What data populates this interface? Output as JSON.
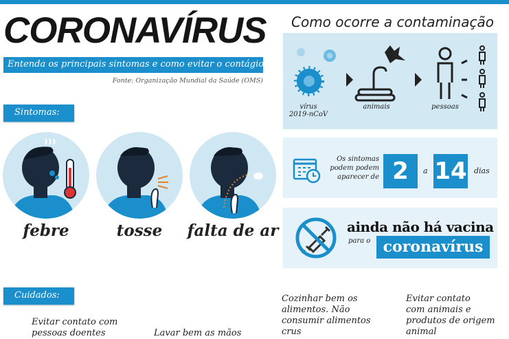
{
  "header": {
    "title": "CORONAVÍRUS",
    "subtitle": "Entenda os principais sintomas e como evitar o contágio",
    "source": "Fonte: Organização Mundial da Saúde (OMS)"
  },
  "symptoms": {
    "heading": "Sintomas:",
    "items": [
      {
        "label": "febre"
      },
      {
        "label": "tosse"
      },
      {
        "label": "falta de ar"
      }
    ]
  },
  "contamination": {
    "title": "Como ocorre a contaminação",
    "steps": [
      {
        "label": "vírus",
        "sub": "2019-nCoV"
      },
      {
        "label": "animais"
      },
      {
        "label": "pessoas"
      }
    ]
  },
  "incubation": {
    "text_lines": [
      "Os sintomas",
      "podem podem",
      "aparecer de"
    ],
    "min": "2",
    "connector": "a",
    "max": "14",
    "unit": "dias"
  },
  "vaccine": {
    "headline": "ainda não há vacina",
    "prefix": "para o",
    "highlight": "coronavírus"
  },
  "care": {
    "heading": "Cuidados:",
    "items": [
      {
        "lines": [
          "Evitar contato com",
          "pessoas doentes"
        ]
      },
      {
        "lines": [
          "Lavar bem as mãos"
        ]
      },
      {
        "lines": [
          "Cozinhar bem os",
          "alimentos. Não",
          "consumir alimentos",
          "crus"
        ]
      },
      {
        "lines": [
          "Evitar contato",
          "com animais e",
          "produtos de origem",
          "animal"
        ]
      }
    ]
  },
  "colors": {
    "accent": "#1a8fcb",
    "panel": "#d2e8f3",
    "panel_light": "#e6f2f9",
    "dark": "#1b2a3d"
  }
}
